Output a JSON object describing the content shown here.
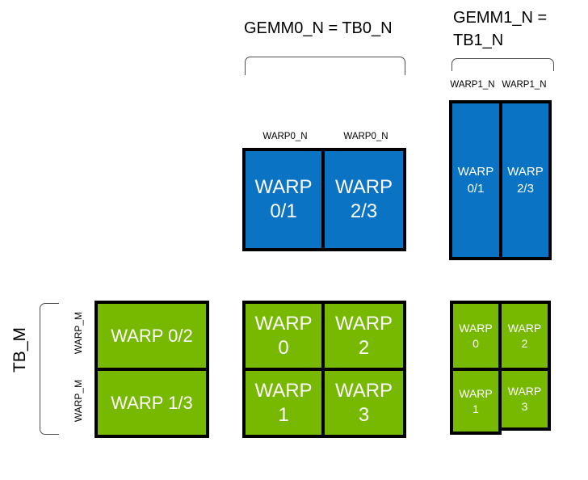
{
  "colors": {
    "blue": "#0b73c4",
    "green": "#76b900",
    "line": "#4d4d4d",
    "ink": "#000000"
  },
  "titles": {
    "gemm0": "GEMM0_N = TB0_N",
    "gemm1_line1": "GEMM1_N =",
    "gemm1_line2": "TB1_N",
    "tb_m": "TB_M"
  },
  "col_labels": {
    "warp0_n_left": "WARP0_N",
    "warp0_n_right": "WARP0_N",
    "warp1_n_left": "WARP1_N",
    "warp1_n_right": "WARP1_N"
  },
  "row_labels": {
    "warp_m_top": "WARP_M",
    "warp_m_bottom": "WARP_M"
  },
  "boxes": {
    "mid_blue_01": {
      "l1": "WARP",
      "l2": "0/1"
    },
    "mid_blue_23": {
      "l1": "WARP",
      "l2": "2/3"
    },
    "right_blue_01": {
      "l1": "WARP",
      "l2": "0/1"
    },
    "right_blue_23": {
      "l1": "WARP",
      "l2": "2/3"
    },
    "left_green_02": {
      "l1": "WARP 0/2"
    },
    "left_green_13": {
      "l1": "WARP 1/3"
    },
    "mid_green_0": {
      "l1": "WARP",
      "l2": "0"
    },
    "mid_green_2": {
      "l1": "WARP",
      "l2": "2"
    },
    "mid_green_1": {
      "l1": "WARP",
      "l2": "1"
    },
    "mid_green_3": {
      "l1": "WARP",
      "l2": "3"
    },
    "right_green_0": {
      "l1": "WARP",
      "l2": "0"
    },
    "right_green_2": {
      "l1": "WARP",
      "l2": "2"
    },
    "right_green_1": {
      "l1": "WARP",
      "l2": "1"
    },
    "right_green_3": {
      "l1": "WARP",
      "l2": "3"
    }
  }
}
